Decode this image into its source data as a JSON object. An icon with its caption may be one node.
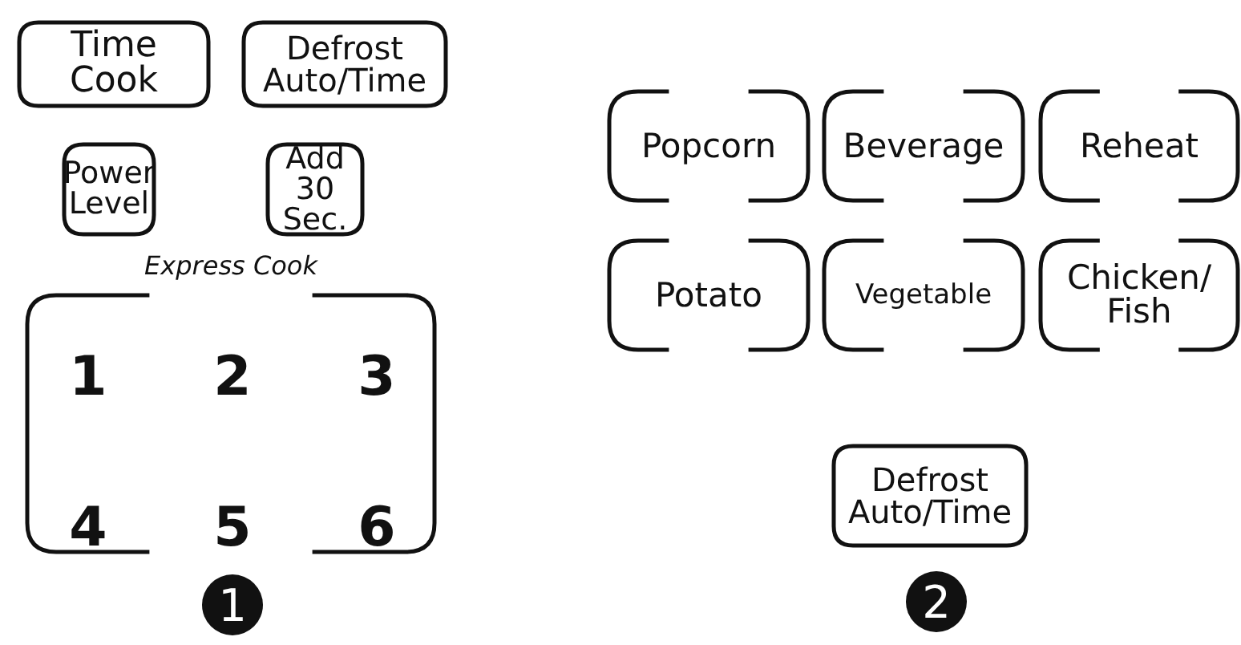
{
  "diagram": {
    "nodes": [
      {
        "text": [
          "Time Cook"
        ]
      },
      {
        "text": [
          "Defrost Auto/Time"
        ]
      },
      {
        "text": [
          "Power Level"
        ]
      },
      {
        "text": [
          "Add 30 Sec."
        ]
      },
      {
        "text": [
          "Express Cook",
          "1",
          "2",
          "3",
          "4",
          "5",
          "6"
        ]
      },
      {
        "text": [
          "Popcorn"
        ]
      },
      {
        "text": [
          "Beverage"
        ]
      },
      {
        "text": [
          "Reheat"
        ]
      },
      {
        "text": [
          "Potato"
        ]
      },
      {
        "text": [
          "Vegetable"
        ]
      },
      {
        "text": [
          "Chicken/ Fish"
        ]
      },
      {
        "text": [
          "Defrost Auto/Time"
        ]
      }
    ],
    "labels": [
      "1",
      "2"
    ]
  }
}
